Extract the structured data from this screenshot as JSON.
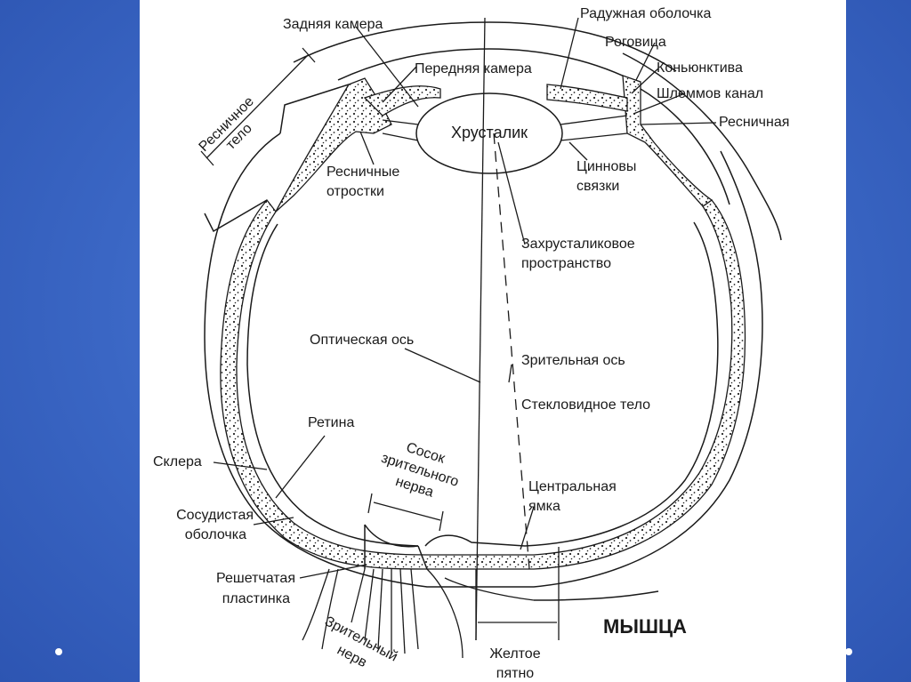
{
  "labels": {
    "posterior_chamber": "Задняя камера",
    "iris": "Радужная оболочка",
    "ciliary_body": [
      "Ресничное",
      "тело"
    ],
    "anterior_chamber": "Передняя камера",
    "cornea": "Роговица",
    "conjunctiva": "Коньюнктива",
    "schlemm_canal": "Шлеммов канал",
    "ciliary": "Ресничная",
    "lens": "Хрусталик",
    "ciliary_processes": [
      "Ресничные",
      "отростки"
    ],
    "zonules": [
      "Цинновы",
      "связки"
    ],
    "retrolental_space": [
      "Захрусталиковое",
      "пространство"
    ],
    "optical_axis": "Оптическая ось",
    "visual_axis": "Зрительная ось",
    "vitreous_body": "Стекловидное тело",
    "retina": "Ретина",
    "optic_papilla": [
      "Сосок",
      "зрительного",
      "нерва"
    ],
    "sclera": "Склера",
    "choroid": [
      "Сосудистая",
      "оболочка"
    ],
    "fovea": [
      "Центральная",
      "ямка"
    ],
    "lamina_cribrosa": [
      "Решетчатая",
      "пластинка"
    ],
    "optic_nerve": [
      "Зрительный",
      "нерв"
    ],
    "macula": [
      "Желтое",
      "пятно"
    ],
    "muscle": "МЫШЦА"
  }
}
